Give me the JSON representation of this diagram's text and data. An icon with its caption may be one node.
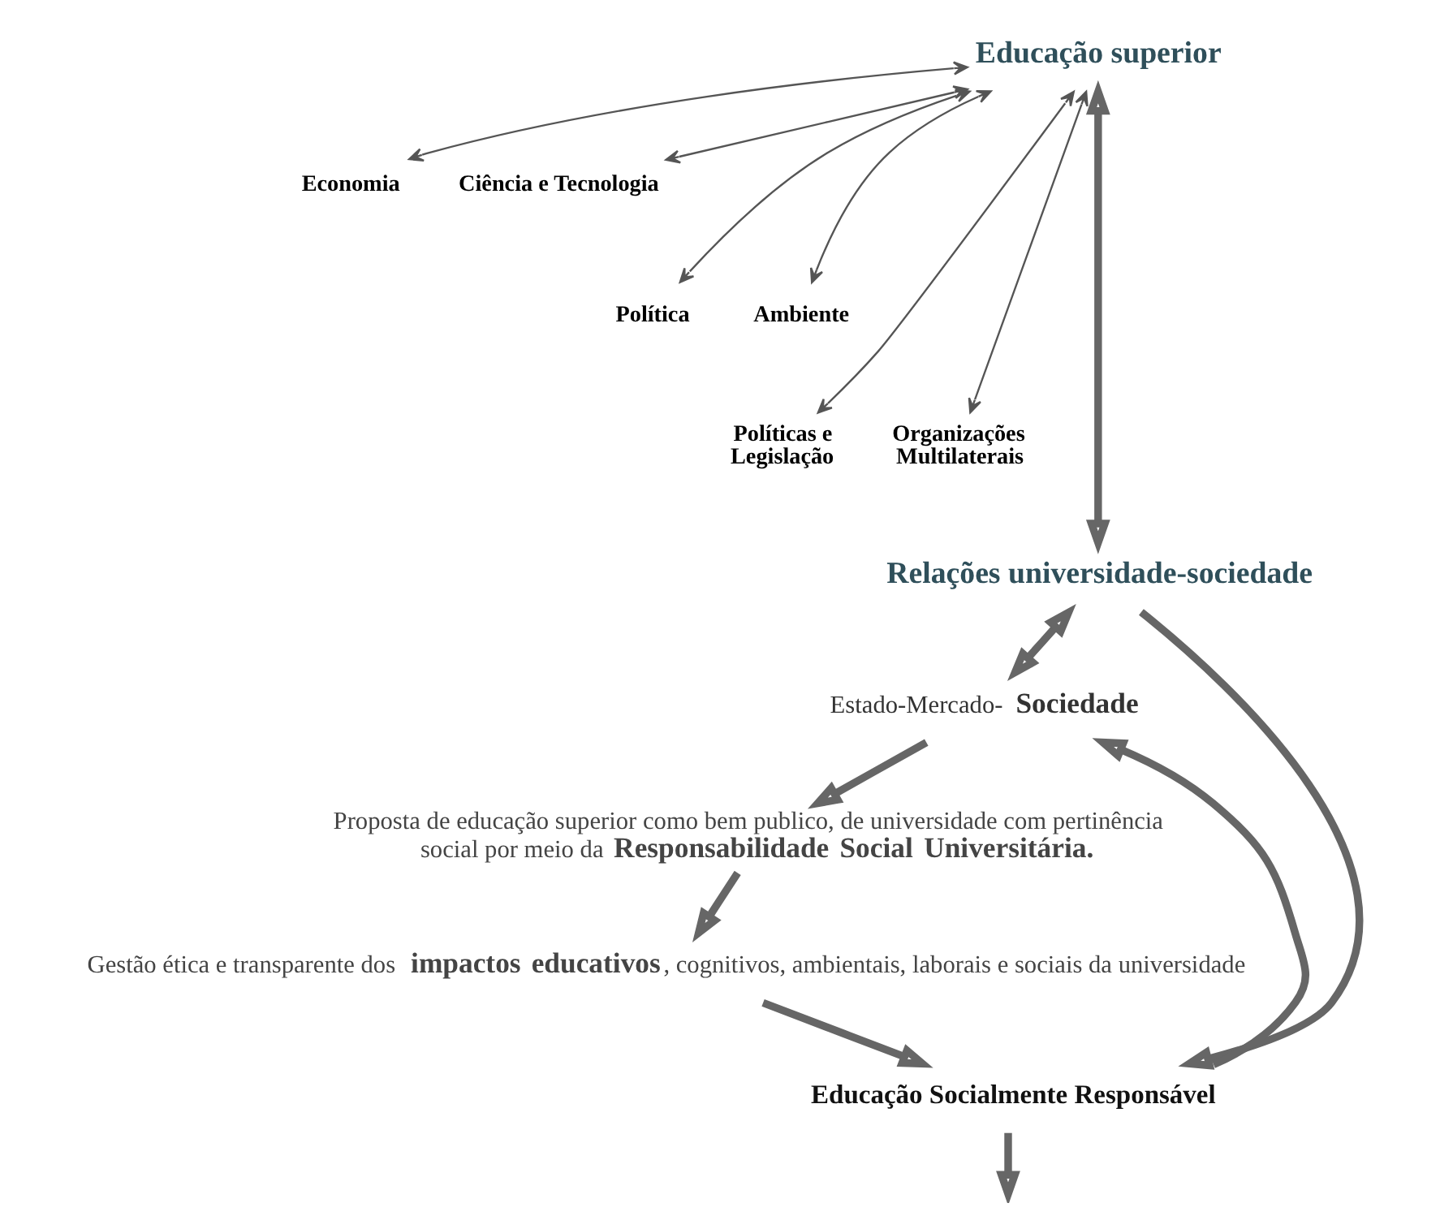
{
  "diagram": {
    "nodes": [
      {
        "text": [
          "Educação superior"
        ]
      },
      {
        "text": [
          "Economia"
        ]
      },
      {
        "text": [
          "Ciência e Tecnologia"
        ]
      },
      {
        "text": [
          "Política"
        ]
      },
      {
        "text": [
          "Ambiente"
        ]
      },
      {
        "text": [
          "Políticas e Legislação"
        ]
      },
      {
        "text": [
          "Organizações Multilaterais"
        ]
      },
      {
        "text": [
          "Relações universidade-sociedade"
        ]
      },
      {
        "text": [
          "Estado-Mercado-**Sociedade**"
        ]
      },
      {
        "text": [
          "Proposta de educação superior como bem publico, de universidade com pertinência social por meio da **Responsabilidade Social Universitária.**"
        ]
      },
      {
        "text": [
          "Gestão ética e transparente dos **impactos educativos**, cognitivos, ambientais, laborais e sociais da universidade"
        ]
      },
      {
        "text": [
          "Educação Socialmente Responsável"
        ]
      }
    ],
    "edges": [
      {
        "from": 1,
        "to": 0,
        "arrow": "both"
      },
      {
        "from": 0,
        "to": 2,
        "arrow": "both"
      },
      {
        "from": 3,
        "to": 0,
        "arrow": "both"
      },
      {
        "from": 0,
        "to": 4,
        "arrow": "both"
      },
      {
        "from": 5,
        "to": 0,
        "arrow": "both"
      },
      {
        "from": 0,
        "to": 6,
        "arrow": "both"
      },
      {
        "from": 0,
        "to": 7,
        "arrow": "both"
      },
      {
        "from": 7,
        "to": 8,
        "arrow": "both"
      },
      {
        "from": 8,
        "to": 9,
        "arrow": "to"
      },
      {
        "from": 9,
        "to": 10,
        "arrow": "to"
      },
      {
        "from": 10,
        "to": 11,
        "arrow": "to"
      },
      {
        "from": 11,
        "to": null,
        "arrow": "to"
      },
      {
        "from": 7,
        "to": 11,
        "arrow": "to"
      },
      {
        "from": 11,
        "to": 8,
        "arrow": "to"
      }
    ]
  }
}
